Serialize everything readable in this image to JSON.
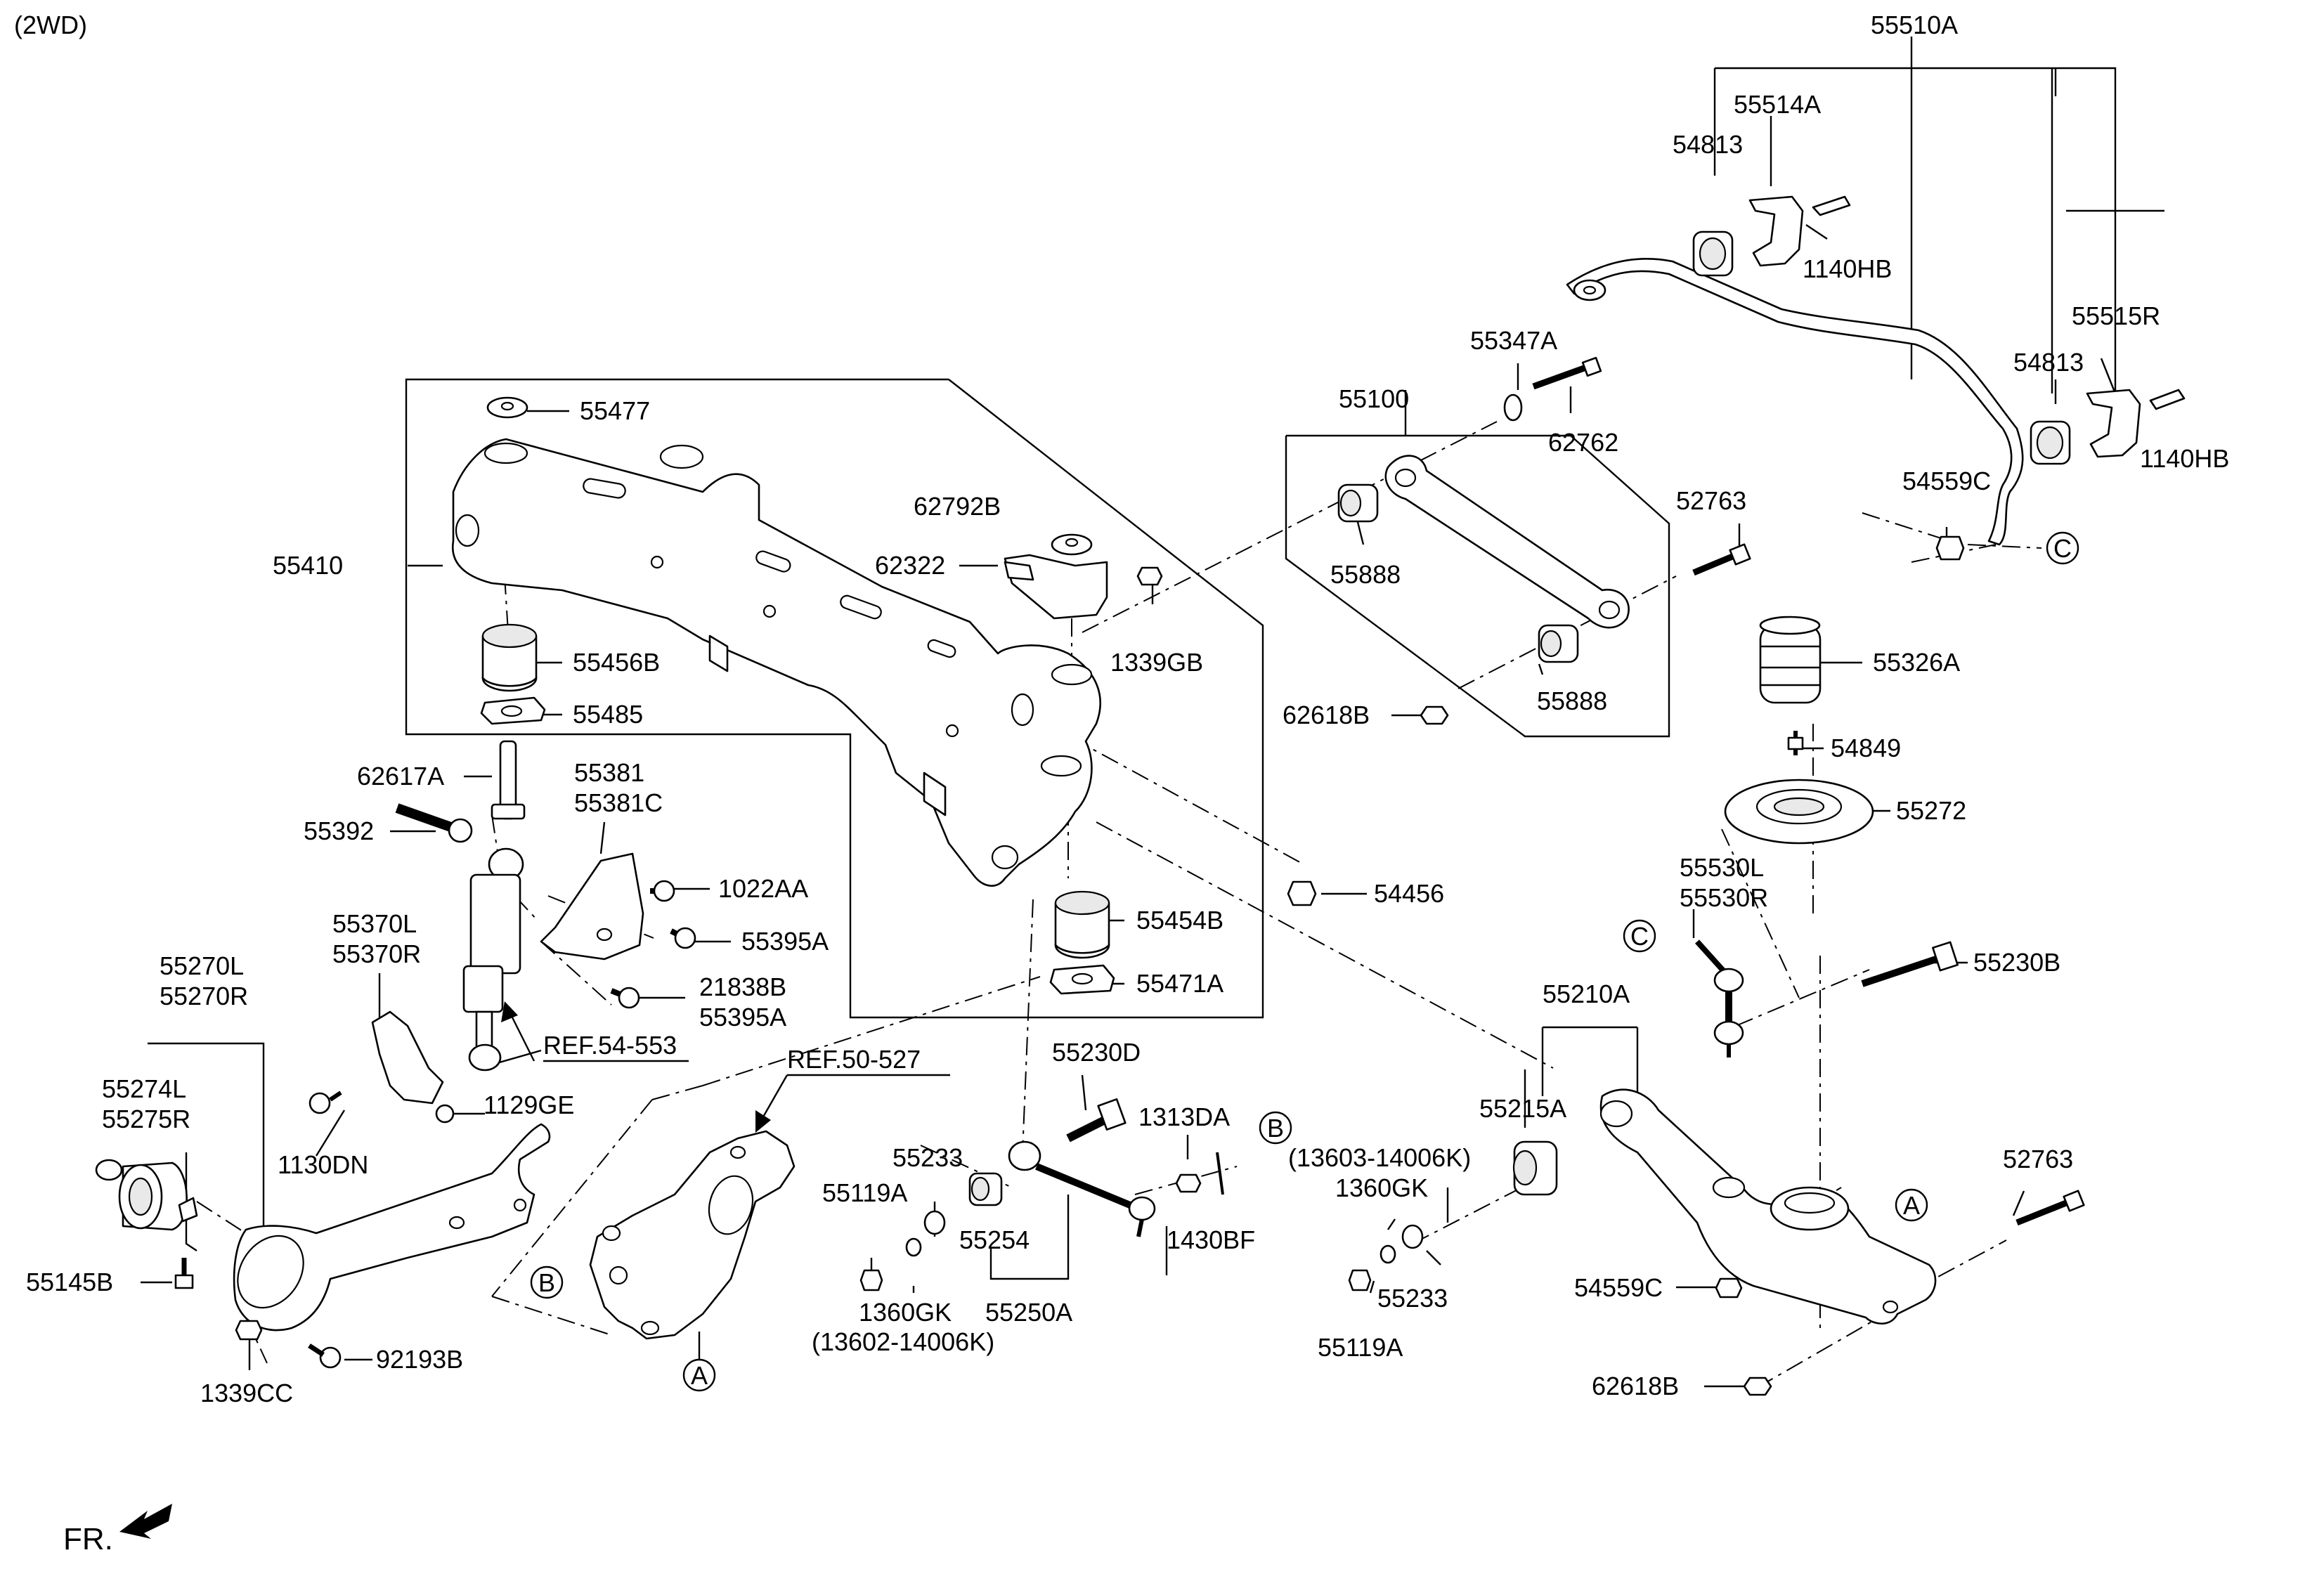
{
  "heading": "(2WD)",
  "front_marker": "FR.",
  "parts": {
    "p55510A": "55510A",
    "p55514A": "55514A",
    "p54813_a": "54813",
    "p1140HB_a": "1140HB",
    "p55515R": "55515R",
    "p54813_b": "54813",
    "p1140HB_b": "1140HB",
    "p54559C_a": "54559C",
    "p55347A": "55347A",
    "p62762": "62762",
    "p55100": "55100",
    "p52763_a": "52763",
    "p55888_a": "55888",
    "p55888_b": "55888",
    "p62618B_a": "62618B",
    "p55326A": "55326A",
    "p54849": "54849",
    "p55272": "55272",
    "p55477": "55477",
    "p55410": "55410",
    "p62792B": "62792B",
    "p62322": "62322",
    "p1339GB": "1339GB",
    "p55456B": "55456B",
    "p55485": "55485",
    "p54456": "54456",
    "p55454B": "55454B",
    "p55471A": "55471A",
    "p62617A": "62617A",
    "p55392": "55392",
    "p55381": "55381",
    "p55381C": "55381C",
    "p1022AA": "1022AA",
    "p55395A_a": "55395A",
    "p21838B": "21838B",
    "p55395A_b": "55395A",
    "p55370L": "55370L",
    "p55370R": "55370R",
    "pREF54553": "REF.54-553",
    "p1129GE": "1129GE",
    "p1130DN": "1130DN",
    "p55270L": "55270L",
    "p55270R": "55270R",
    "p55274L": "55274L",
    "p55275R": "55275R",
    "p55145B": "55145B",
    "p1339CC": "1339CC",
    "p92193B": "92193B",
    "pREF50527": "REF.50-527",
    "p55230D": "55230D",
    "p1313DA": "1313DA",
    "p55233_a": "55233",
    "p55119A_a": "55119A",
    "p55254": "55254",
    "p1430BF": "1430BF",
    "p1360GK_a": "1360GK",
    "p13602": "(13602-14006K)",
    "p55250A": "55250A",
    "p55530L": "55530L",
    "p55530R": "55530R",
    "p55230B": "55230B",
    "p55210A": "55210A",
    "p55215A": "55215A",
    "p13603": "(13603-14006K)",
    "p1360GK_b": "1360GK",
    "p55233_b": "55233",
    "p55119A_b": "55119A",
    "p52763_b": "52763",
    "p54559C_b": "54559C",
    "p62618B_b": "62618B"
  },
  "callouts": {
    "c_a": "C",
    "c_b": "C",
    "b_a": "B",
    "b_b": "B",
    "a_a": "A",
    "a_b": "A"
  }
}
